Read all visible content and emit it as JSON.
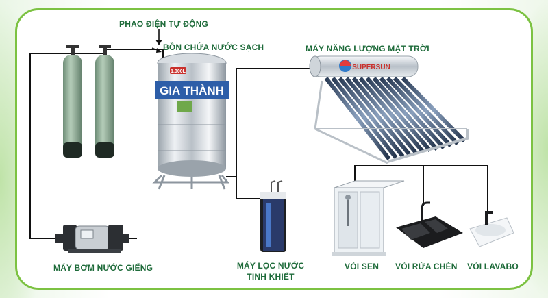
{
  "labels": {
    "float_switch": "PHAO ĐIỆN TỰ ĐỘNG",
    "tank": "BỒN CHỨA NƯỚC SẠCH",
    "solar": "MÁY NĂNG LƯỢNG MẶT TRỜI",
    "pump": "MÁY BƠM NƯỚC GIẾNG",
    "purifier_line1": "MÁY LỌC NƯỚC",
    "purifier_line2": "TINH KHIẾT",
    "shower": "VÒI SEN",
    "kitchen": "VÒI RỬA CHÉN",
    "lavabo": "VÒI LAVABO"
  },
  "tank_brand": "GIA THÀNH",
  "tank_capacity": "1.000L",
  "solar_brand": "SUPERSUN",
  "colors": {
    "label": "#1e6b3a",
    "frame": "#7cc242",
    "pipe": "#111111",
    "filter_tank": "#8fae97"
  }
}
